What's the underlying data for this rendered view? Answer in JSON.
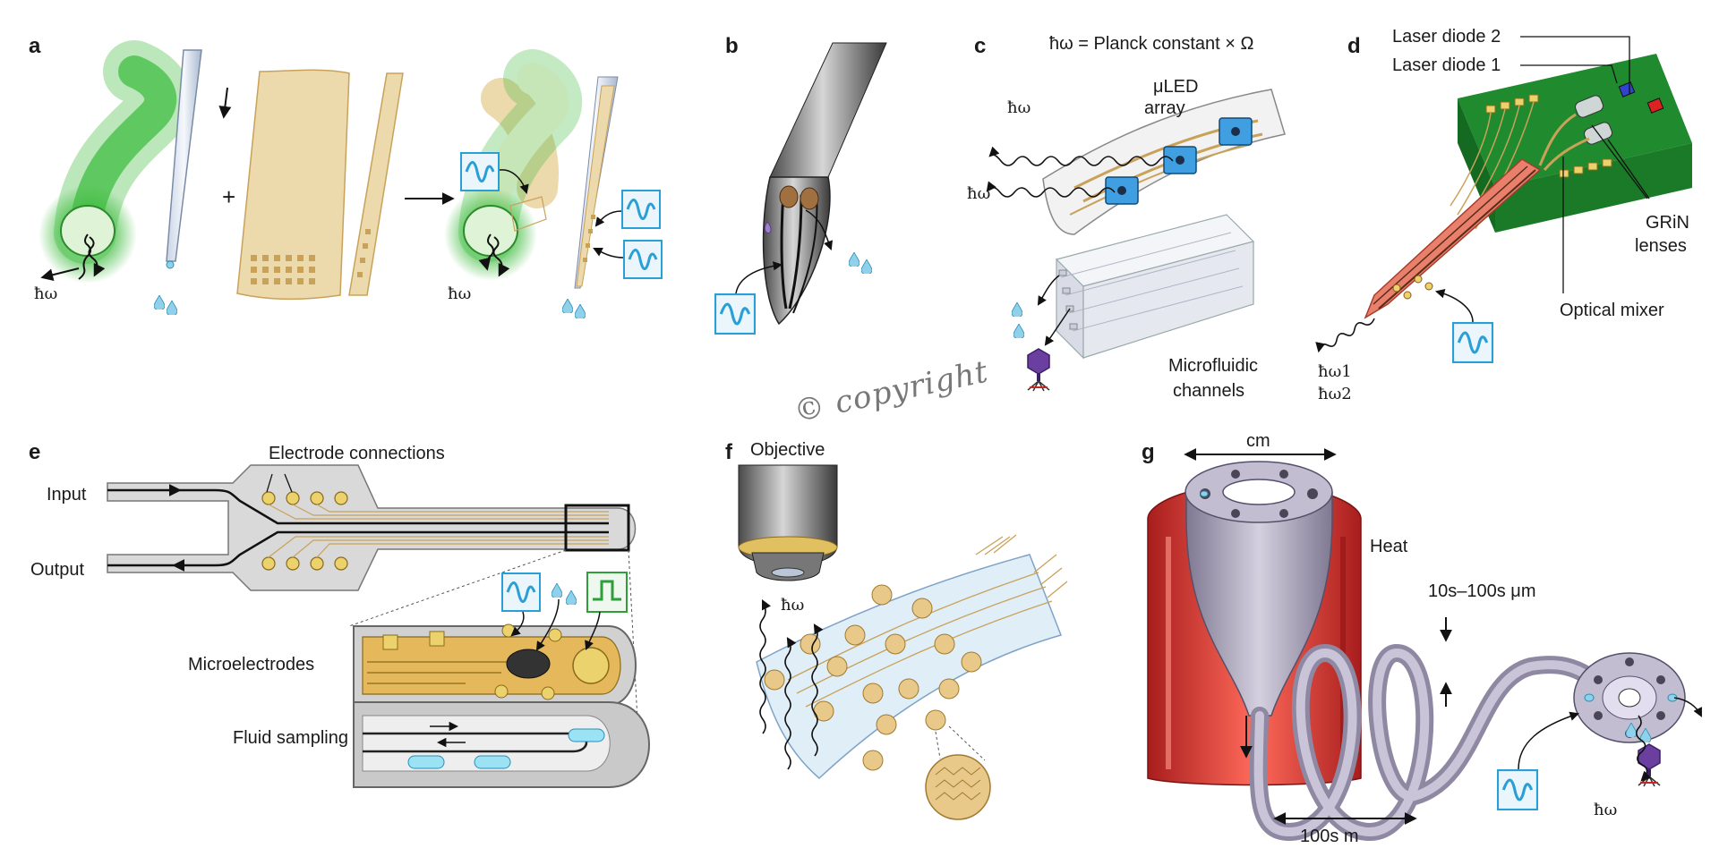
{
  "panels": {
    "a": {
      "letter": "a",
      "hbar_omega_1": "ħω",
      "hbar_omega_2": "ħω",
      "plus": "+"
    },
    "b": {
      "letter": "b"
    },
    "c": {
      "letter": "c",
      "equation": "ħω = Planck constant × Ω",
      "uled_array_line1": "μLED",
      "uled_array_line2": "array",
      "hbar_omega_top": "ħω",
      "hbar_omega_bottom": "ħω",
      "microfluidic_line1": "Microfluidic",
      "microfluidic_line2": "channels"
    },
    "d": {
      "letter": "d",
      "laser_diode_2": "Laser diode 2",
      "laser_diode_1": "Laser diode 1",
      "grin_line1": "GRiN",
      "grin_line2": "lenses",
      "optical_mixer": "Optical mixer",
      "hbar_omega1": "ħω1",
      "hbar_omega2": "ħω2"
    },
    "e": {
      "letter": "e",
      "electrode_connections": "Electrode connections",
      "input": "Input",
      "output": "Output",
      "microelectrodes": "Microelectrodes",
      "fluid_sampling": "Fluid sampling"
    },
    "f": {
      "letter": "f",
      "objective": "Objective",
      "hbar_omega": "ħω"
    },
    "g": {
      "letter": "g",
      "cm": "cm",
      "heat": "Heat",
      "microns": "10s–100s μm",
      "hundred_m": "100s m",
      "hbar_omega": "ħω"
    }
  },
  "watermark": "© copyright",
  "colors": {
    "green_glow": "#3dbb3d",
    "gold": "#c9a25a",
    "gold_light": "#ecd9ac",
    "blue_icon": "#2a9fd6",
    "board_green": "#1f8a2e",
    "probe_red": "#e0604a",
    "heat_red": "#d92f2f",
    "fiber_purple": "#a8a2b8",
    "green_square_wave": "#2e9e3a"
  }
}
